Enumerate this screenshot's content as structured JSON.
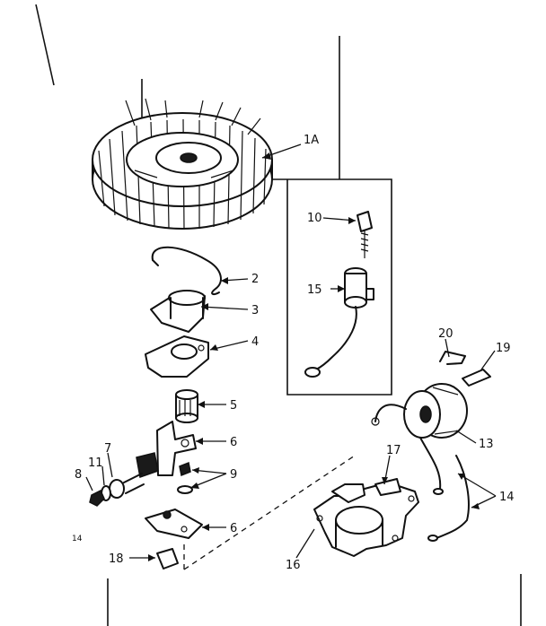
{
  "callouts": {
    "c1a": "1A",
    "c2": "2",
    "c3": "3",
    "c4": "4",
    "c5": "5",
    "c6a": "6",
    "c6b": "6",
    "c7": "7",
    "c8": "8",
    "c9": "9",
    "c10": "10",
    "c11": "11",
    "c13": "13",
    "c14": "14",
    "c14b": "14",
    "c15": "15",
    "c16": "16",
    "c17": "17",
    "c18": "18",
    "c19": "19",
    "c20": "20"
  }
}
